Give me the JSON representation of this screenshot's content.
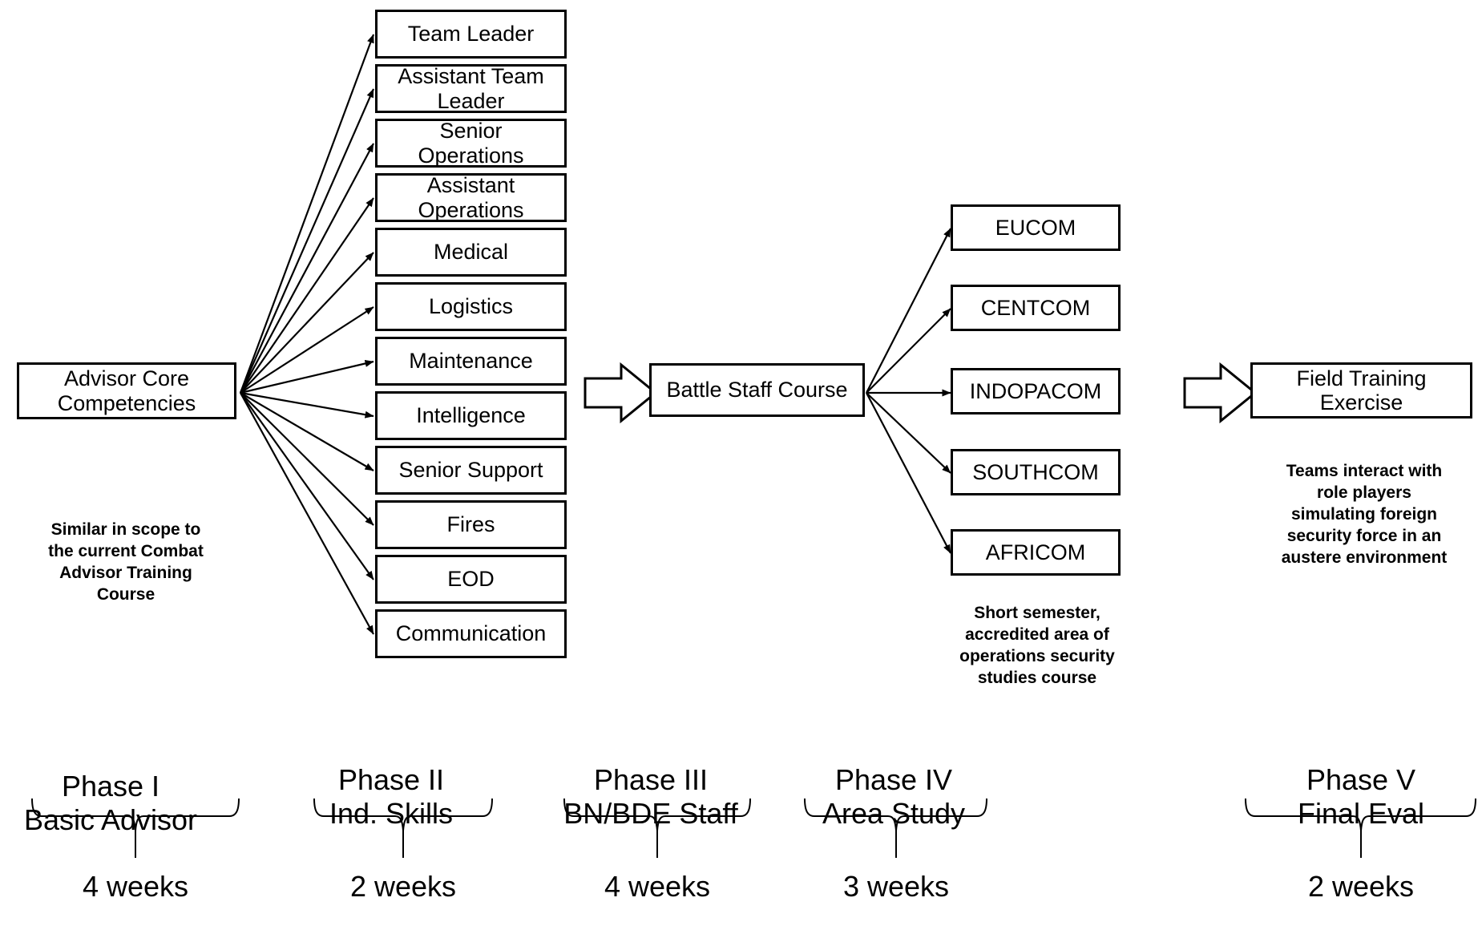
{
  "diagram": {
    "title": "Advisor Training Pipeline",
    "stroke_color": "#000000",
    "fill_color": "#ffffff"
  },
  "phase1": {
    "node": {
      "label": "Advisor Core\nCompetencies"
    },
    "caption": "Similar in scope to\nthe current Combat\nAdvisor Training\nCourse",
    "phase_label": "Phase I\nBasic Advisor",
    "duration": "4 weeks"
  },
  "phase2": {
    "nodes": [
      {
        "label": "Team Leader"
      },
      {
        "label": "Assistant Team\nLeader"
      },
      {
        "label": "Senior\nOperations"
      },
      {
        "label": "Assistant\nOperations"
      },
      {
        "label": "Medical"
      },
      {
        "label": "Logistics"
      },
      {
        "label": "Maintenance"
      },
      {
        "label": "Intelligence"
      },
      {
        "label": "Senior Support"
      },
      {
        "label": "Fires"
      },
      {
        "label": "EOD"
      },
      {
        "label": "Communication"
      }
    ],
    "phase_label": "Phase II\nInd. Skills",
    "duration": "2 weeks"
  },
  "phase3": {
    "node": {
      "label": "Battle Staff Course"
    },
    "phase_label": "Phase III\nBN/BDE Staff",
    "duration": "4 weeks"
  },
  "phase4": {
    "nodes": [
      {
        "label": "EUCOM"
      },
      {
        "label": "CENTCOM"
      },
      {
        "label": "INDOPACOM"
      },
      {
        "label": "SOUTHCOM"
      },
      {
        "label": "AFRICOM"
      }
    ],
    "caption": "Short semester,\naccredited area of\noperations security\nstudies course",
    "phase_label": "Phase IV\nArea Study",
    "duration": "3 weeks"
  },
  "phase5": {
    "node": {
      "label": "Field Training\nExercise"
    },
    "caption": "Teams interact with\nrole players\nsimulating  foreign\nsecurity force in an\naustere environment",
    "phase_label": "Phase V\nFinal Eval",
    "duration": "2 weeks"
  },
  "connectors": {
    "block_arrow_1_name": "block-arrow-phase2-to-phase3",
    "block_arrow_2_name": "block-arrow-phase4-to-phase5"
  }
}
